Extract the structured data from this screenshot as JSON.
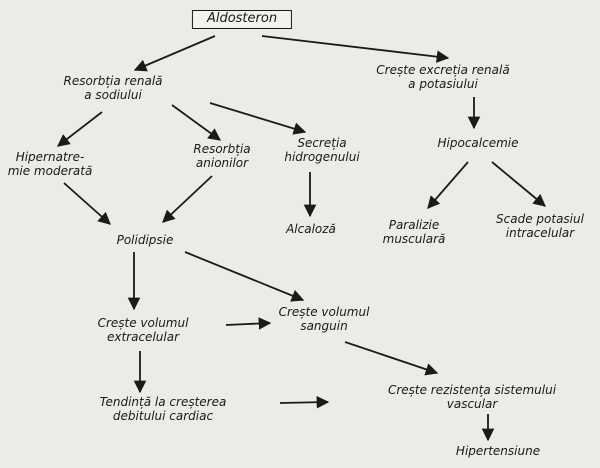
{
  "diagram": {
    "nodes": {
      "aldosteron": [
        "Aldosteron"
      ],
      "resorbtia_sodiu": [
        "Resorbția renală",
        "a sodiului"
      ],
      "excretia_potasiu": [
        "Crește excreția renală",
        "a potasiului"
      ],
      "hipernatremie": [
        "Hipernatre-",
        "mie moderată"
      ],
      "resorbtia_anioni": [
        "Resorbția",
        "anionilor"
      ],
      "secretia_hidrogen": [
        "Secreția",
        "hidrogenului"
      ],
      "hipocalcemie": [
        "Hipocalcemie"
      ],
      "polidipsie": [
        "Polidipsie"
      ],
      "alcaloza": [
        "Alcaloză"
      ],
      "paralizie": [
        "Paralizie",
        "musculară"
      ],
      "scade_potasiu": [
        "Scade potasiul",
        "intracelular"
      ],
      "volum_extracelular": [
        "Crește volumul",
        "extracelular"
      ],
      "volum_sanguin": [
        "Crește volumul",
        "sanguin"
      ],
      "debit_cardiac": [
        "Tendință la creșterea",
        "debitului cardiac"
      ],
      "rezistenta": [
        "Crește rezistența sistemului",
        "vascular"
      ],
      "hipertensiune": [
        "Hipertensiune"
      ]
    }
  }
}
